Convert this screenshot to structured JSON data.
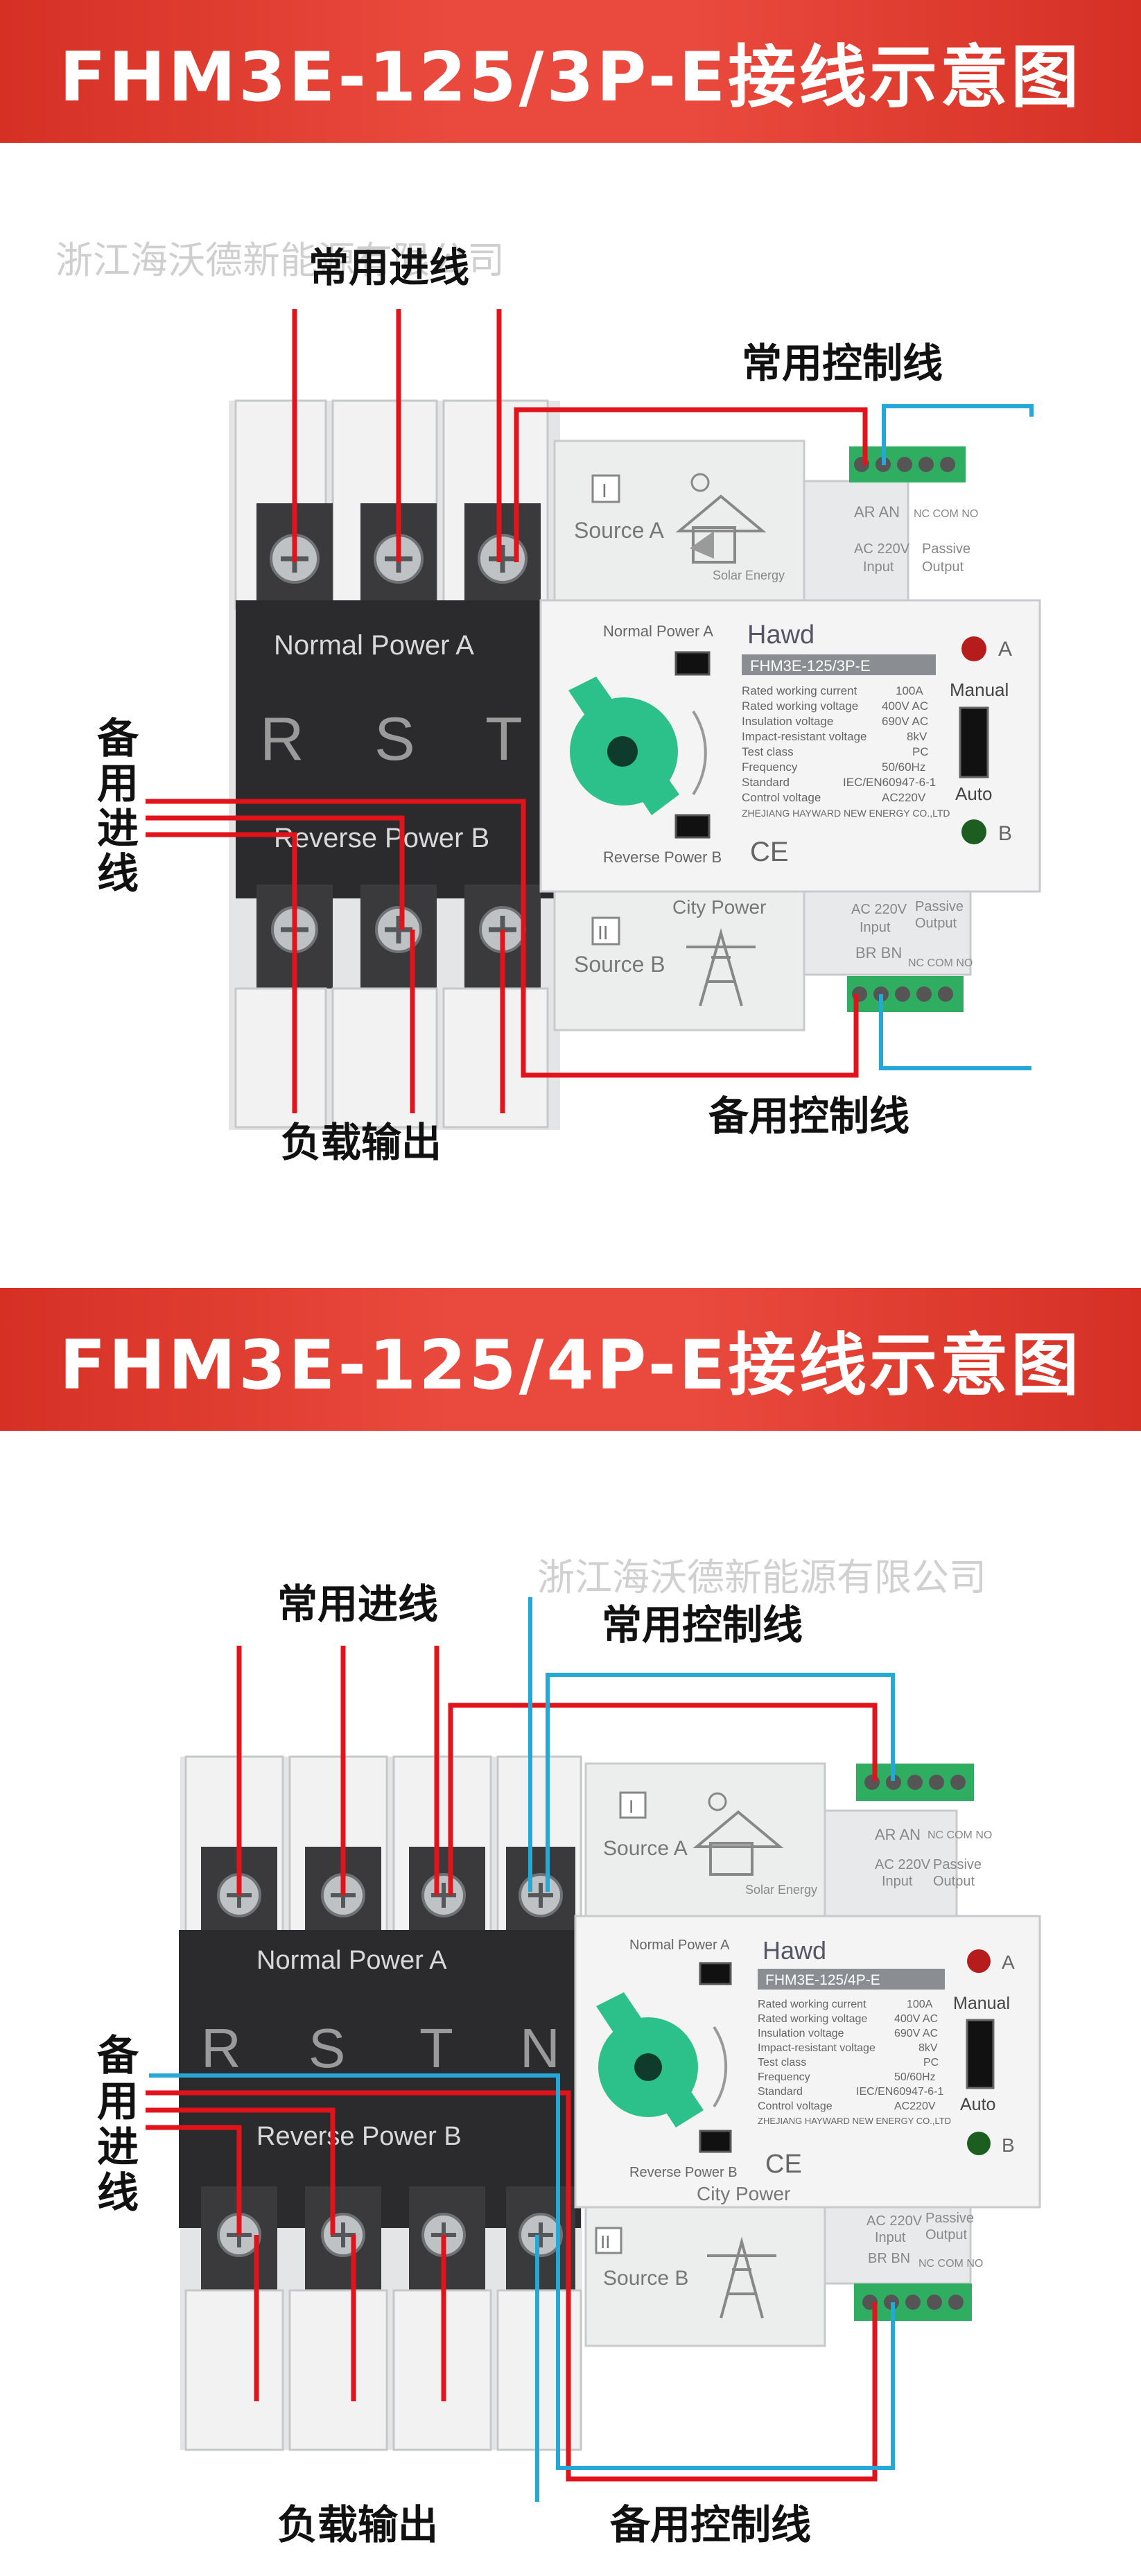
{
  "banners": [
    {
      "title": "FHM3E-125/3P-E接线示意图"
    },
    {
      "title": "FHM3E-125/4P-E接线示意图"
    }
  ],
  "diagrams": [
    {
      "labels": {
        "main_input": "常用进线",
        "main_control": "常用控制线",
        "backup_input": [
          "备",
          "用",
          "进",
          "线"
        ],
        "load_output": "负载输出",
        "backup_control": "备用控制线"
      },
      "watermark": "浙江海沃德新能源有限公司",
      "device": {
        "top_band": "Normal Power A",
        "bottom_band": "Reverse Power B",
        "phases": [
          "R",
          "S",
          "T"
        ],
        "source_a_symbol": "I",
        "source_a": "Source A",
        "solar": "Solar Energy",
        "terminal_ar_an": "AR  AN",
        "ac_220v": "AC 220V",
        "input": "Input",
        "nc_com_no": "NC COM NO",
        "passive_output": [
          "Passive",
          "Output"
        ],
        "normal_power_a": "Normal Power A",
        "reverse_power_b": "Reverse Power B",
        "brand": "Hawd",
        "model": "FHM3E-125/3P-E",
        "specs": [
          [
            "Rated working current",
            "100A"
          ],
          [
            "Rated working voltage",
            "400V AC"
          ],
          [
            "Insulation voltage",
            "690V AC"
          ],
          [
            "Impact-resistant voltage",
            "8kV"
          ],
          [
            "Test class",
            "PC"
          ],
          [
            "Frequency",
            "50/60Hz"
          ],
          [
            "Standard",
            "IEC/EN60947-6-1"
          ],
          [
            "Control voltage",
            "AC220V"
          ]
        ],
        "company": "ZHEJIANG HAYWARD NEW ENERGY CO.,LTD",
        "ce": "CE",
        "indicator_a": "A",
        "indicator_b": "B",
        "manual": "Manual",
        "auto": "Auto",
        "city_power": "City Power",
        "source_b_symbol": "II",
        "source_b": "Source B",
        "terminal_br_bn": "BR  BN"
      }
    },
    {
      "labels": {
        "main_input": "常用进线",
        "main_control": "常用控制线",
        "backup_input": [
          "备",
          "用",
          "进",
          "线"
        ],
        "load_output": "负载输出",
        "backup_control": "备用控制线"
      },
      "watermark": "浙江海沃德新能源有限公司",
      "device": {
        "top_band": "Normal Power A",
        "bottom_band": "Reverse Power B",
        "phases": [
          "R",
          "S",
          "T",
          "N"
        ],
        "source_a_symbol": "I",
        "source_a": "Source A",
        "solar": "Solar Energy",
        "terminal_ar_an": "AR  AN",
        "ac_220v": "AC 220V",
        "input": "Input",
        "nc_com_no": "NC COM NO",
        "passive_output": [
          "Passive",
          "Output"
        ],
        "normal_power_a": "Normal Power A",
        "reverse_power_b": "Reverse Power B",
        "brand": "Hawd",
        "model": "FHM3E-125/4P-E",
        "specs": [
          [
            "Rated working current",
            "100A"
          ],
          [
            "Rated working voltage",
            "400V AC"
          ],
          [
            "Insulation voltage",
            "690V AC"
          ],
          [
            "Impact-resistant voltage",
            "8kV"
          ],
          [
            "Test class",
            "PC"
          ],
          [
            "Frequency",
            "50/60Hz"
          ],
          [
            "Standard",
            "IEC/EN60947-6-1"
          ],
          [
            "Control voltage",
            "AC220V"
          ]
        ],
        "company": "ZHEJIANG HAYWARD NEW ENERGY CO.,LTD",
        "ce": "CE",
        "indicator_a": "A",
        "indicator_b": "B",
        "manual": "Manual",
        "auto": "Auto",
        "city_power": "City Power",
        "source_b_symbol": "II",
        "source_b": "Source B",
        "terminal_br_bn": "BR  BN"
      }
    }
  ],
  "colors": {
    "banner": "#e0392e",
    "power_wire": "#e3131b",
    "control_wire": "#23a8d8",
    "device_black": "#2b2b2d",
    "device_grey": "#e9eaec",
    "knob": "#2cc18a",
    "terminal_green": "#2fae62"
  }
}
